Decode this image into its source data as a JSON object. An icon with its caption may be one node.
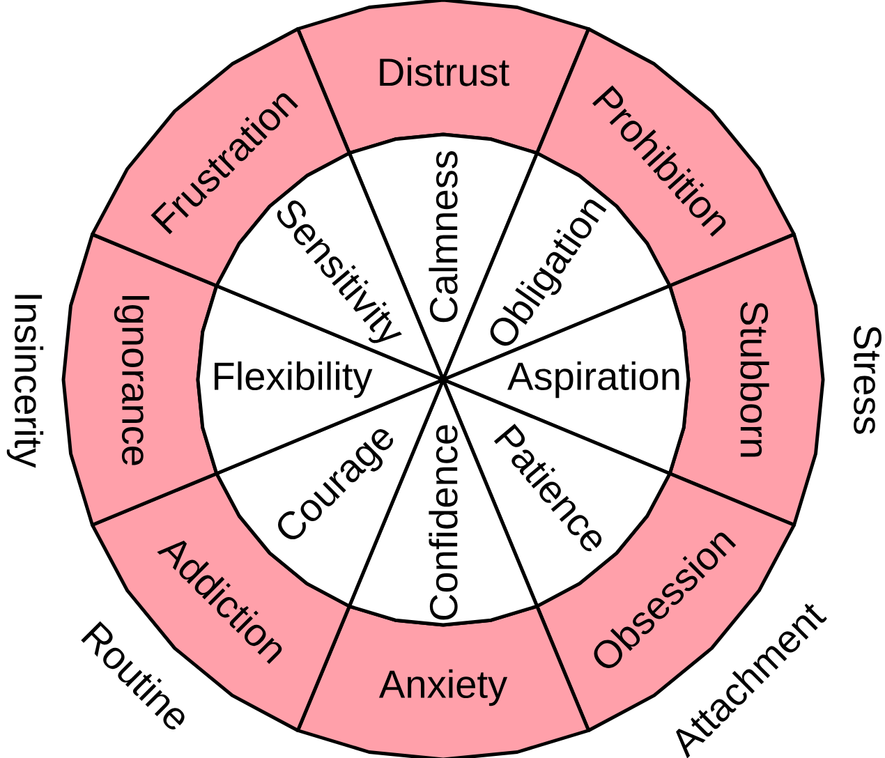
{
  "diagram": {
    "nodes": [
      {
        "text": [
          "Distrust"
        ]
      },
      {
        "text": [
          "Prohibition"
        ]
      },
      {
        "text": [
          "Stubborn"
        ]
      },
      {
        "text": [
          "Obsession"
        ]
      },
      {
        "text": [
          "Anxiety"
        ]
      },
      {
        "text": [
          "Addiction"
        ]
      },
      {
        "text": [
          "Ignorance"
        ]
      },
      {
        "text": [
          "Frustration"
        ]
      },
      {
        "text": [
          "Calmness"
        ]
      },
      {
        "text": [
          "Obligation"
        ]
      },
      {
        "text": [
          "Aspiration"
        ]
      },
      {
        "text": [
          "Patience"
        ]
      },
      {
        "text": [
          "Confidence"
        ]
      },
      {
        "text": [
          "Courage"
        ]
      },
      {
        "text": [
          "Flexibility"
        ]
      },
      {
        "text": [
          "Sensitivity"
        ]
      }
    ],
    "labels": [
      "Insincerity",
      "Stress",
      "Routine",
      "Attachment"
    ]
  }
}
